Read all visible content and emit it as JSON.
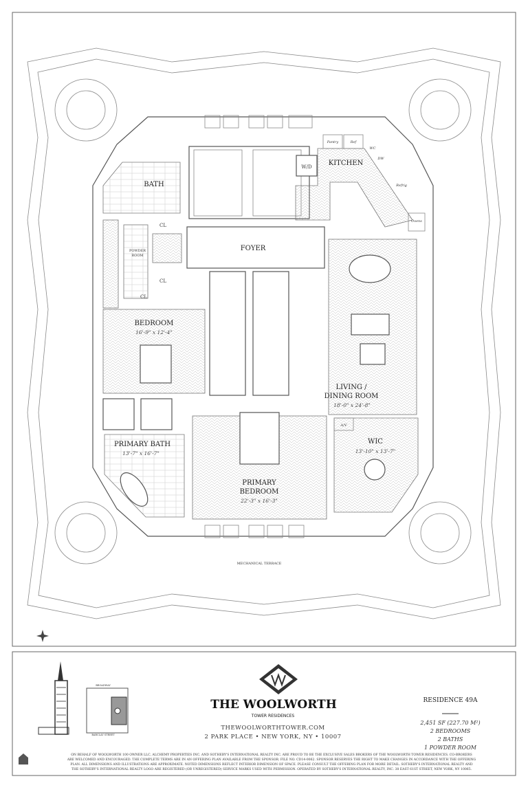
{
  "floorplan": {
    "rooms": {
      "bath": "BATH",
      "closet": "CL",
      "powder_room_line1": "POWDER",
      "powder_room_line2": "ROOM",
      "foyer": "FOYER",
      "washer_dryer": "W/D",
      "kitchen": "KITCHEN",
      "pantry": "Pantry",
      "ref": "Ref",
      "wc": "WC",
      "dw": "DW",
      "refrig": "Refrig",
      "ovens": "Ovens",
      "bedroom": "BEDROOM",
      "bedroom_dims": "16'-9\" x 12'-4\"",
      "living_line1": "LIVING /",
      "living_line2": "DINING ROOM",
      "living_dims": "18'-0\" x 24'-8\"",
      "primary_bath": "PRIMARY BATH",
      "primary_bath_dims": "13'-7\" x 16'-7\"",
      "wic": "WIC",
      "wic_dims": "13'-10\" x 13'-7\"",
      "av": "A/V",
      "primary_bedroom_line1": "PRIMARY",
      "primary_bedroom_line2": "BEDROOM",
      "primary_bedroom_dims": "22'-3\" x 16'-3\"",
      "mechanical_terrace": "MECHANICAL TERRACE"
    }
  },
  "footer": {
    "brand": "THE WOOLWORTH",
    "subbrand": "TOWER RESIDENCES",
    "url": "THEWOOLWORTHTOWER.COM",
    "address": "2 PARK PLACE • NEW YORK, NY • 10007",
    "residence": "RESIDENCE 49A",
    "specs": [
      "2,451 SF (227.70 M²)",
      "2 BEDROOMS",
      "2 BATHS",
      "1 POWDER ROOM"
    ],
    "keyplan_top": "BROADWAY",
    "keyplan_bottom": "BARCLAY STREET",
    "disclaimer": [
      "ON BEHALF OF WOOLWORTH 100 OWNER LLC, ALCHEMY PROPERTIES INC. AND SOTHEBY'S INTERNATIONAL REALTY INC. ARE PROUD TO BE THE EXCLUSIVE SALES BROKERS OF THE WOOLWORTH TOWER RESIDENCES. CO-BROKERS",
      "ARE WELCOMED AND ENCOURAGED. THE COMPLETE TERMS ARE IN AN OFFERING PLAN AVAILABLE FROM THE SPONSOR. FILE NO. CD14-0062. SPONSOR RESERVES THE RIGHT TO MAKE CHANGES IN ACCORDANCE WITH THE OFFERING",
      "PLAN. ALL DIMENSIONS AND ILLUSTRATIONS ARE APPROXIMATE. NOTED DIMENSIONS REFLECT INTERIOR DIMENSION OF SPACE. PLEASE CONSULT THE OFFERING PLAN FOR MORE DETAIL. SOTHEBY'S INTERNATIONAL REALTY AND",
      "THE SOTHEBY'S INTERNATIONAL REALTY LOGO ARE REGISTERED (OR UNREGISTERED) SERVICE MARKS USED WITH PERMISSION. OPERATED BY SOTHEBY'S INTERNATIONAL REALTY, INC. 38 EAST 61ST STREET, NEW YORK, NY 10065."
    ]
  }
}
